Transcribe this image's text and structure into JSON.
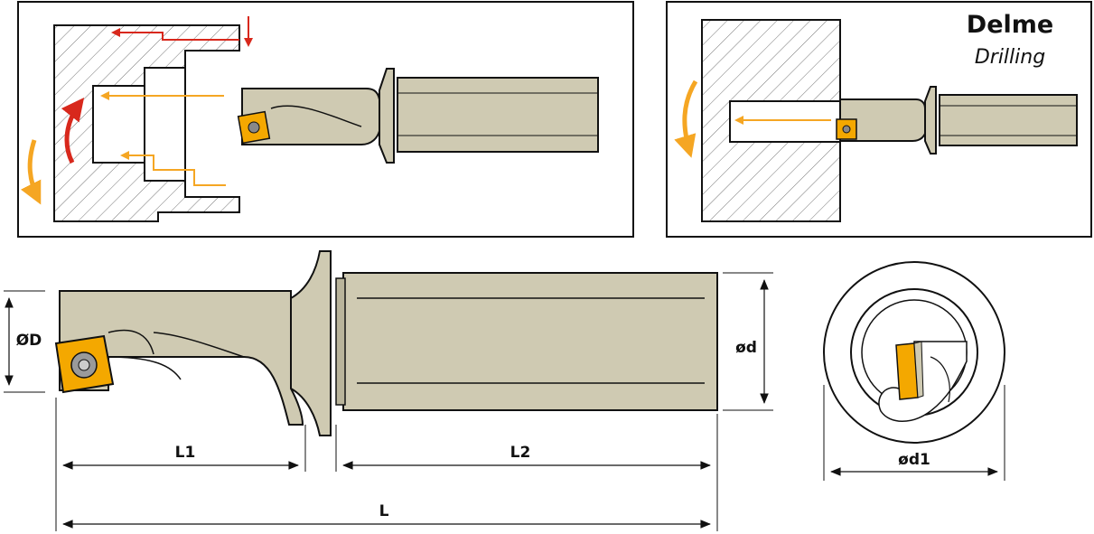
{
  "title": {
    "brand": "Delme",
    "subtitle": "Drilling"
  },
  "dimensions": {
    "diameter_D": "ØD",
    "diameter_d": "ød",
    "diameter_d1": "ød1",
    "length_L1": "L1",
    "length_L2": "L2",
    "length_L": "L"
  },
  "colors": {
    "steel": "#cfcab2",
    "steel_dark": "#b9b49b",
    "insert_gold": "#f4a800",
    "arrow_red": "#d8281c",
    "arrow_orange": "#f5a623",
    "frame": "#111111"
  },
  "icons": {
    "cut_direction": "rotation-arrow-icon",
    "feed_direction": "feed-arrow-icon"
  }
}
